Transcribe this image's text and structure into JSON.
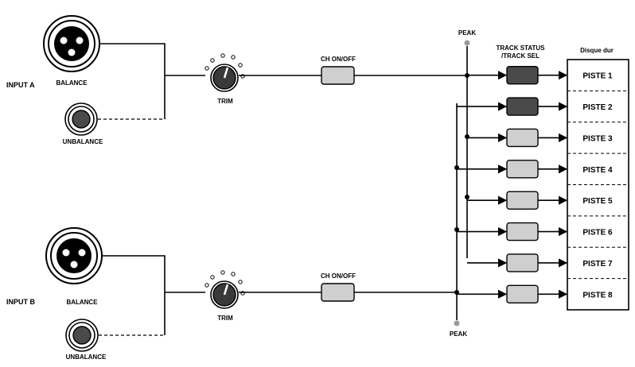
{
  "inputs": [
    {
      "label": "INPUT A",
      "balance_label": "BALANCE",
      "unbalance_label": "UNBALANCE",
      "trim_label": "TRIM",
      "ch_label": "CH ON/OFF"
    },
    {
      "label": "INPUT B",
      "balance_label": "BALANCE",
      "unbalance_label": "UNBALANCE",
      "trim_label": "TRIM",
      "ch_label": "CH ON/OFF"
    }
  ],
  "peak_top": "PEAK",
  "peak_bottom": "PEAK",
  "track_status_line1": "TRACK STATUS",
  "track_status_line2": "/TRACK SEL",
  "disk_label": "Disque dur",
  "tracks": [
    {
      "label": "PISTE 1",
      "selected": true
    },
    {
      "label": "PISTE 2",
      "selected": true
    },
    {
      "label": "PISTE 3",
      "selected": false
    },
    {
      "label": "PISTE 4",
      "selected": false
    },
    {
      "label": "PISTE 5",
      "selected": false
    },
    {
      "label": "PISTE 6",
      "selected": false
    },
    {
      "label": "PISTE 7",
      "selected": false
    },
    {
      "label": "PISTE 8",
      "selected": false
    }
  ],
  "colors": {
    "button_on": "#4a4a4a",
    "button_off": "#cfcfcf",
    "peak_led": "#9a9a9a"
  }
}
